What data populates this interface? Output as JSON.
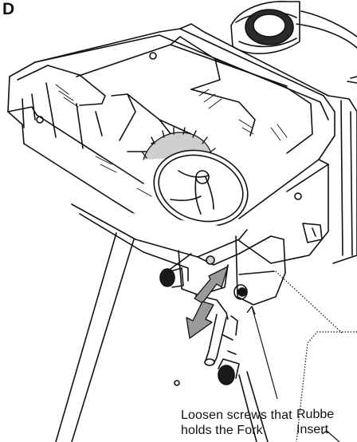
{
  "figure": {
    "panel_letter": "D",
    "screw_caption": {
      "line1": "Loosen screws that",
      "line2": "holds the Fork"
    },
    "insert_callout": {
      "line1": "Rubbe",
      "line2": "Insert"
    }
  },
  "colors": {
    "ink": "#111111",
    "arrow_fill": "#9a9a9a",
    "gear_fill": "#cfcfcf",
    "background": "#ffffff"
  }
}
